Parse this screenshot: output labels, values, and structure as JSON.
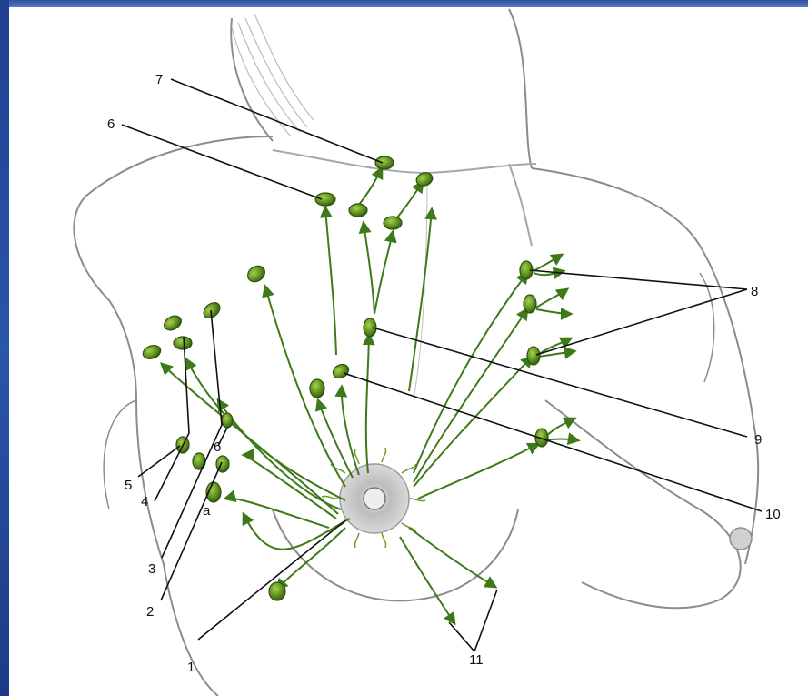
{
  "labels": {
    "l1": "1",
    "l2": "2",
    "l3": "3",
    "l4": "4",
    "l5": "5",
    "l6_left": "6",
    "l6_top": "6",
    "l7": "7",
    "l8": "8",
    "l9": "9",
    "l10": "10",
    "l11": "11",
    "la": "a"
  },
  "colors": {
    "node_fill": "#5c8f1c",
    "node_stroke": "#2f5210",
    "vessel": "#3f7a1a",
    "leader": "#111111",
    "skin_shade": "#cfcfcf"
  }
}
